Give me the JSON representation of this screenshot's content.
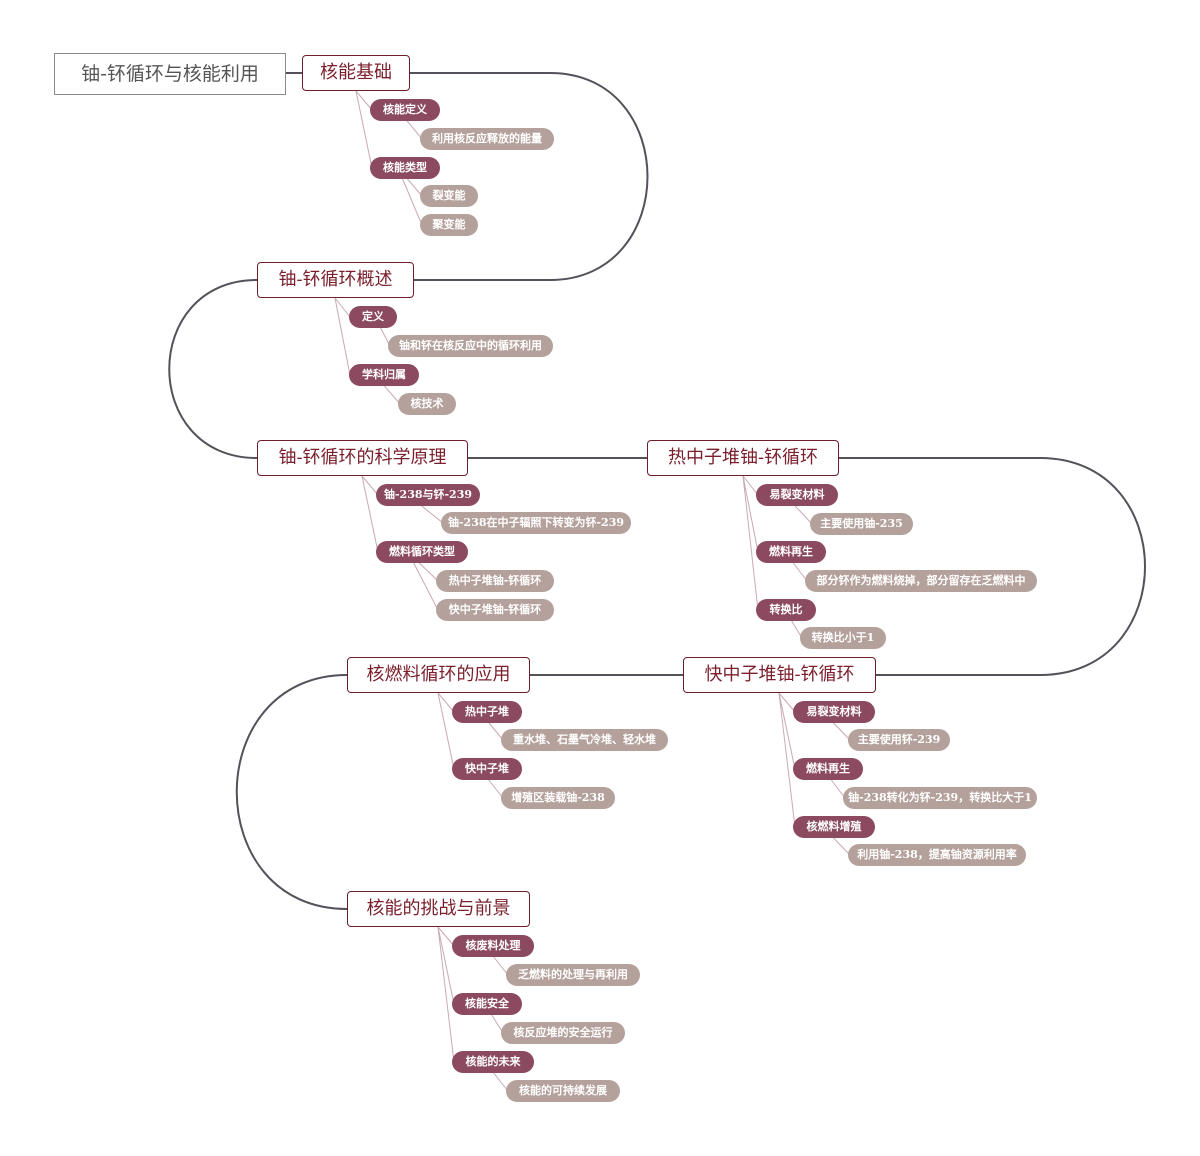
{
  "root": {
    "label": "铀-钚循环与核能利用"
  },
  "topics": [
    {
      "label": "核能基础",
      "subs": [
        {
          "label": "核能定义",
          "leaves": [
            "利用核反应释放的能量"
          ]
        },
        {
          "label": "核能类型",
          "leaves": [
            "裂变能",
            "聚变能"
          ]
        }
      ]
    },
    {
      "label": "铀-钚循环概述",
      "subs": [
        {
          "label": "定义",
          "leaves": [
            "铀和钚在核反应中的循环利用"
          ]
        },
        {
          "label": "学科归属",
          "leaves": [
            "核技术"
          ]
        }
      ]
    },
    {
      "label": "铀-钚循环的科学原理",
      "subs": [
        {
          "label": "铀-238与钚-239",
          "leaves": [
            "铀-238在中子辐照下转变为钚-239"
          ]
        },
        {
          "label": "燃料循环类型",
          "leaves": [
            "热中子堆铀-钚循环",
            "快中子堆铀-钚循环"
          ]
        }
      ]
    },
    {
      "label": "热中子堆铀-钚循环",
      "subs": [
        {
          "label": "易裂变材料",
          "leaves": [
            "主要使用铀-235"
          ]
        },
        {
          "label": "燃料再生",
          "leaves": [
            "部分钚作为燃料烧掉，部分留存在乏燃料中"
          ]
        },
        {
          "label": "转换比",
          "leaves": [
            "转换比小于1"
          ]
        }
      ]
    },
    {
      "label": "快中子堆铀-钚循环",
      "subs": [
        {
          "label": "易裂变材料",
          "leaves": [
            "主要使用钚-239"
          ]
        },
        {
          "label": "燃料再生",
          "leaves": [
            "铀-238转化为钚-239，转换比大于1"
          ]
        },
        {
          "label": "核燃料增殖",
          "leaves": [
            "利用铀-238，提高铀资源利用率"
          ]
        }
      ]
    },
    {
      "label": "核燃料循环的应用",
      "subs": [
        {
          "label": "热中子堆",
          "leaves": [
            "重水堆、石墨气冷堆、轻水堆"
          ]
        },
        {
          "label": "快中子堆",
          "leaves": [
            "增殖区装载铀-238"
          ]
        }
      ]
    },
    {
      "label": "核能的挑战与前景",
      "subs": [
        {
          "label": "核废料处理",
          "leaves": [
            "乏燃料的处理与再利用"
          ]
        },
        {
          "label": "核能安全",
          "leaves": [
            "核反应堆的安全运行"
          ]
        },
        {
          "label": "核能的未来",
          "leaves": [
            "核能的可持续发展"
          ]
        }
      ]
    }
  ],
  "colors": {
    "main_border": "#6d1e2c",
    "main_text": "#7a1f2b",
    "sub_fill": "#8c4a60",
    "leaf_fill": "#b5a19c",
    "connector": "#55505a"
  }
}
